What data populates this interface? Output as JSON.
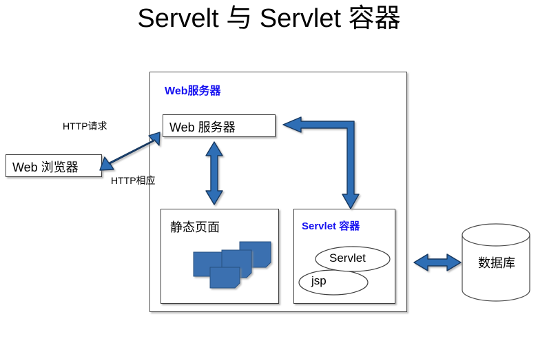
{
  "title": "Servelt 与 Servlet 容器",
  "colors": {
    "arrow_blue": "#2f6eb5",
    "arrow_outline": "#17375e",
    "page_blue": "#3a6fb0",
    "label_blue": "#1712f0",
    "box_border": "#4a4a4a",
    "background": "#ffffff"
  },
  "outer_container": {
    "label": "Web服务器"
  },
  "web_server": {
    "label": "Web 服务器"
  },
  "browser": {
    "label": "Web 浏览器"
  },
  "connections": {
    "http_request": "HTTP请求",
    "http_response": "HTTP相应"
  },
  "static_pages": {
    "label": "静态页面",
    "page_icons": [
      "page-icon",
      "page-icon",
      "page-icon",
      "page-icon"
    ]
  },
  "servlet_container": {
    "label": "Servlet 容器",
    "nodes": [
      {
        "label": "Servlet"
      },
      {
        "label": "jsp"
      }
    ]
  },
  "database": {
    "label": "数据库"
  },
  "arrows": {
    "browser_to_server": "http-bidirectional-arrow",
    "server_to_static": "vertical-bidirectional-arrow",
    "container_to_server": "elbow-arrow",
    "container_to_database": "horizontal-bidirectional-arrow"
  }
}
